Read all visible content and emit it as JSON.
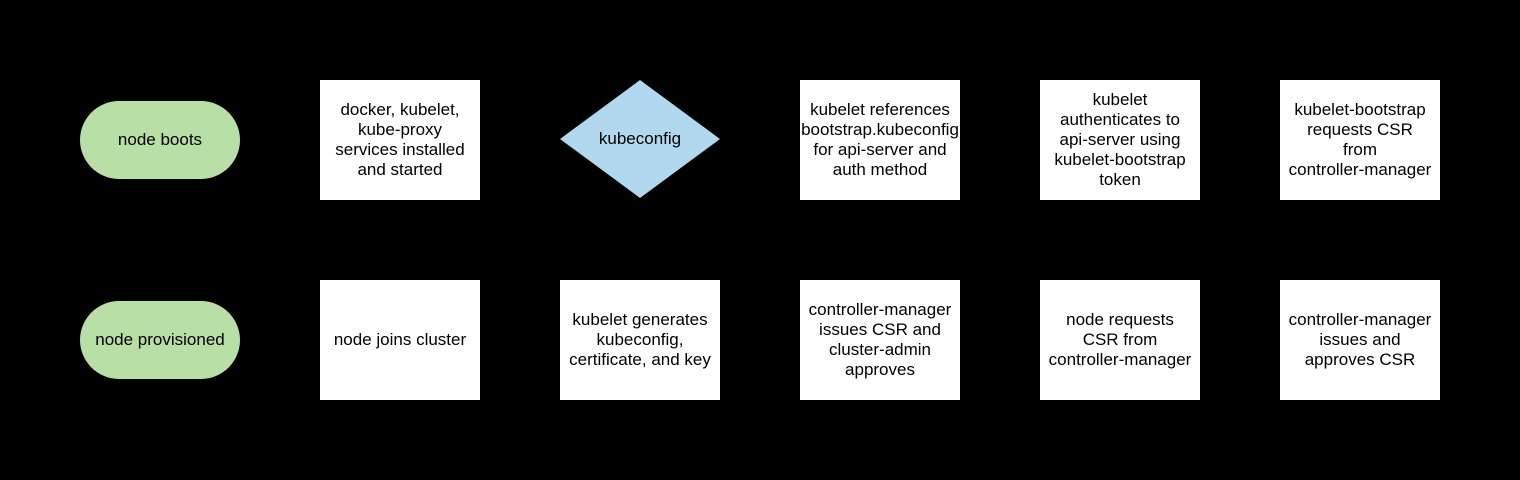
{
  "diagram": {
    "background": "#000000",
    "text_color": "#000000",
    "colors": {
      "terminator_fill": "#b8dfa5",
      "process_fill": "#ffffff",
      "decision_fill": "#b2d8f0"
    },
    "rows": [
      {
        "name": "bootstrap-start"
      },
      {
        "name": "bootstrap-finish"
      }
    ],
    "nodes": [
      {
        "id": "node-boots",
        "shape": "terminator",
        "fill": "#b8dfa5",
        "label": "node boots"
      },
      {
        "id": "services-installed",
        "shape": "process",
        "fill": "#ffffff",
        "label": "docker, kubelet,\nkube-proxy\nservices installed\nand started"
      },
      {
        "id": "kubeconfig-decision",
        "shape": "decision",
        "fill": "#b2d8f0",
        "label": "kubeconfig"
      },
      {
        "id": "kubelet-references-bootstrap",
        "shape": "process",
        "fill": "#ffffff",
        "label": "kubelet references\nbootstrap.kubeconfig\nfor api-server and\nauth method"
      },
      {
        "id": "kubelet-authenticates",
        "shape": "process",
        "fill": "#ffffff",
        "label": "kubelet\nauthenticates to\napi-server using\nkubelet-bootstrap\ntoken"
      },
      {
        "id": "kubelet-bootstrap-requests-csr",
        "shape": "process",
        "fill": "#ffffff",
        "label": "kubelet-bootstrap\nrequests CSR\nfrom\ncontroller-manager"
      },
      {
        "id": "node-provisioned",
        "shape": "terminator",
        "fill": "#b8dfa5",
        "label": "node provisioned"
      },
      {
        "id": "node-joins-cluster",
        "shape": "process",
        "fill": "#ffffff",
        "label": "node joins cluster"
      },
      {
        "id": "kubelet-generates-kubeconfig",
        "shape": "process",
        "fill": "#ffffff",
        "label": "kubelet generates\nkubeconfig,\ncertificate, and key"
      },
      {
        "id": "controller-manager-issues-csr-admin-approves",
        "shape": "process",
        "fill": "#ffffff",
        "label": "controller-manager\nissues CSR and\ncluster-admin\napproves"
      },
      {
        "id": "node-requests-csr",
        "shape": "process",
        "fill": "#ffffff",
        "label": "node requests\nCSR from\ncontroller-manager"
      },
      {
        "id": "controller-manager-issues-approves-csr",
        "shape": "process",
        "fill": "#ffffff",
        "label": "controller-manager\nissues and\napproves CSR"
      }
    ]
  }
}
